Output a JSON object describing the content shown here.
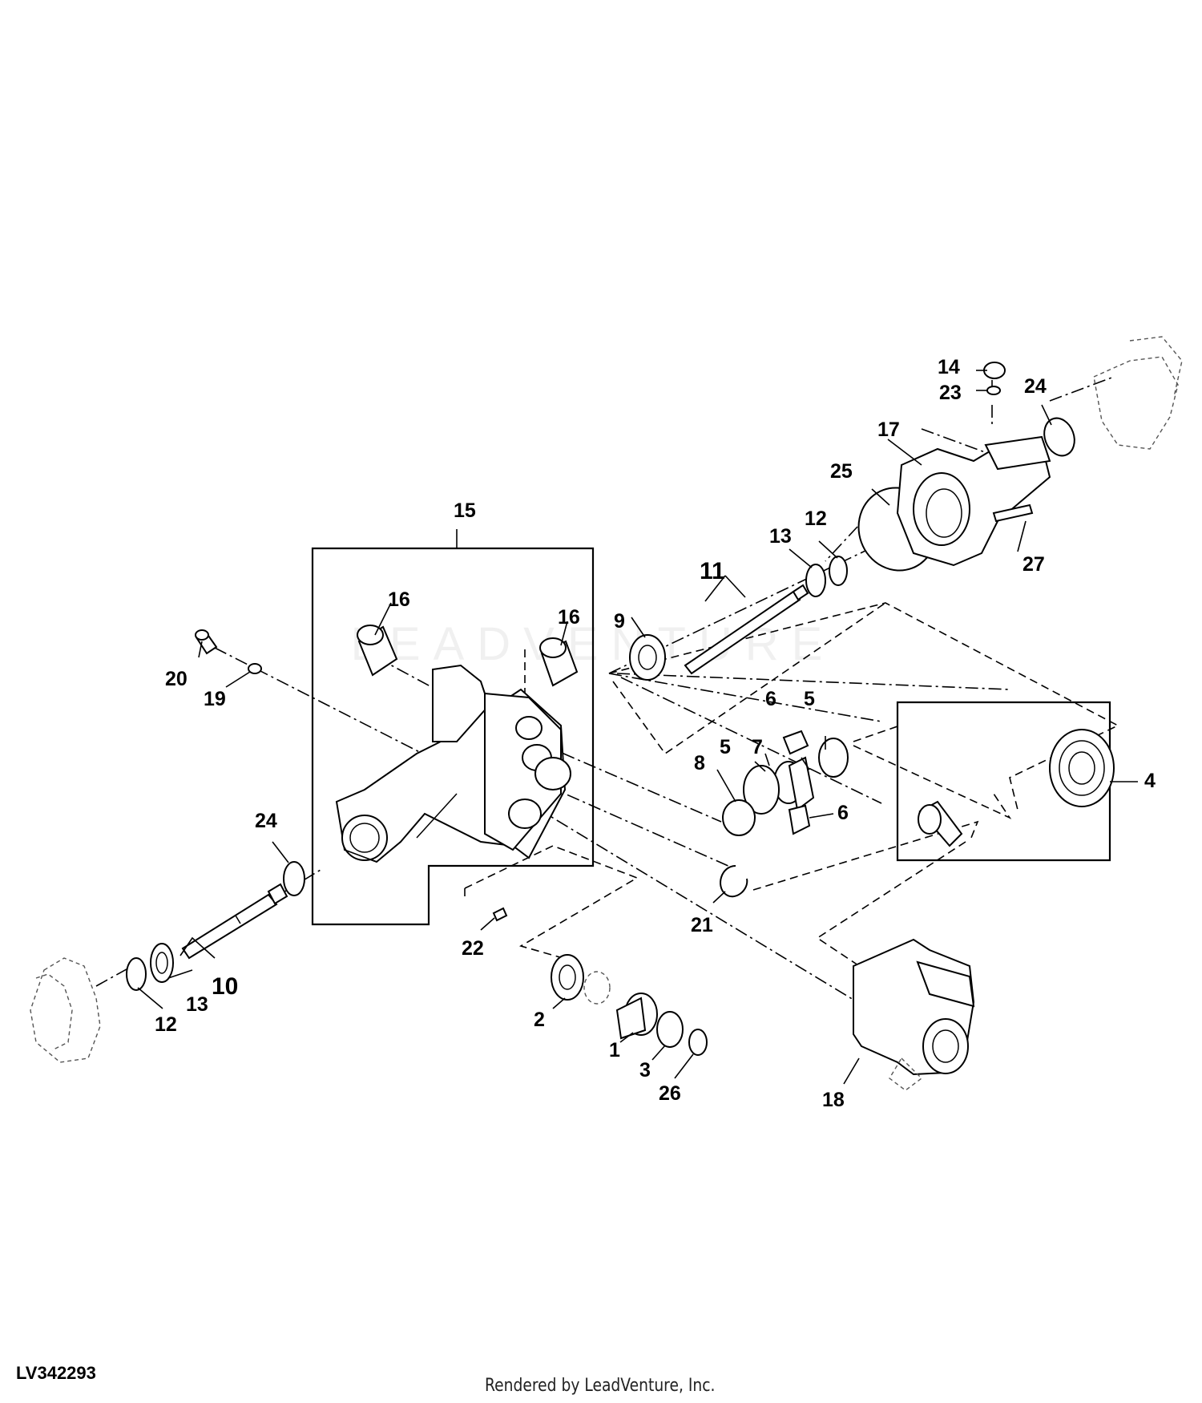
{
  "diagram": {
    "callouts": {
      "c1": "1",
      "c2": "2",
      "c3": "3",
      "c4": "4",
      "c5a": "5",
      "c5b": "5",
      "c6a": "6",
      "c6b": "6",
      "c7": "7",
      "c8": "8",
      "c9": "9",
      "c10": "10",
      "c11": "11",
      "c12a": "12",
      "c12b": "12",
      "c13a": "13",
      "c13b": "13",
      "c14": "14",
      "c15": "15",
      "c16a": "16",
      "c16b": "16",
      "c17": "17",
      "c18": "18",
      "c19": "19",
      "c20": "20",
      "c21": "21",
      "c22": "22",
      "c23": "23",
      "c24a": "24",
      "c24b": "24",
      "c25": "25",
      "c26": "26",
      "c27": "27"
    }
  },
  "footer": {
    "image_id": "LV342293",
    "credit": "Rendered by LeadVenture, Inc."
  },
  "watermark": "LEADVENTURE"
}
